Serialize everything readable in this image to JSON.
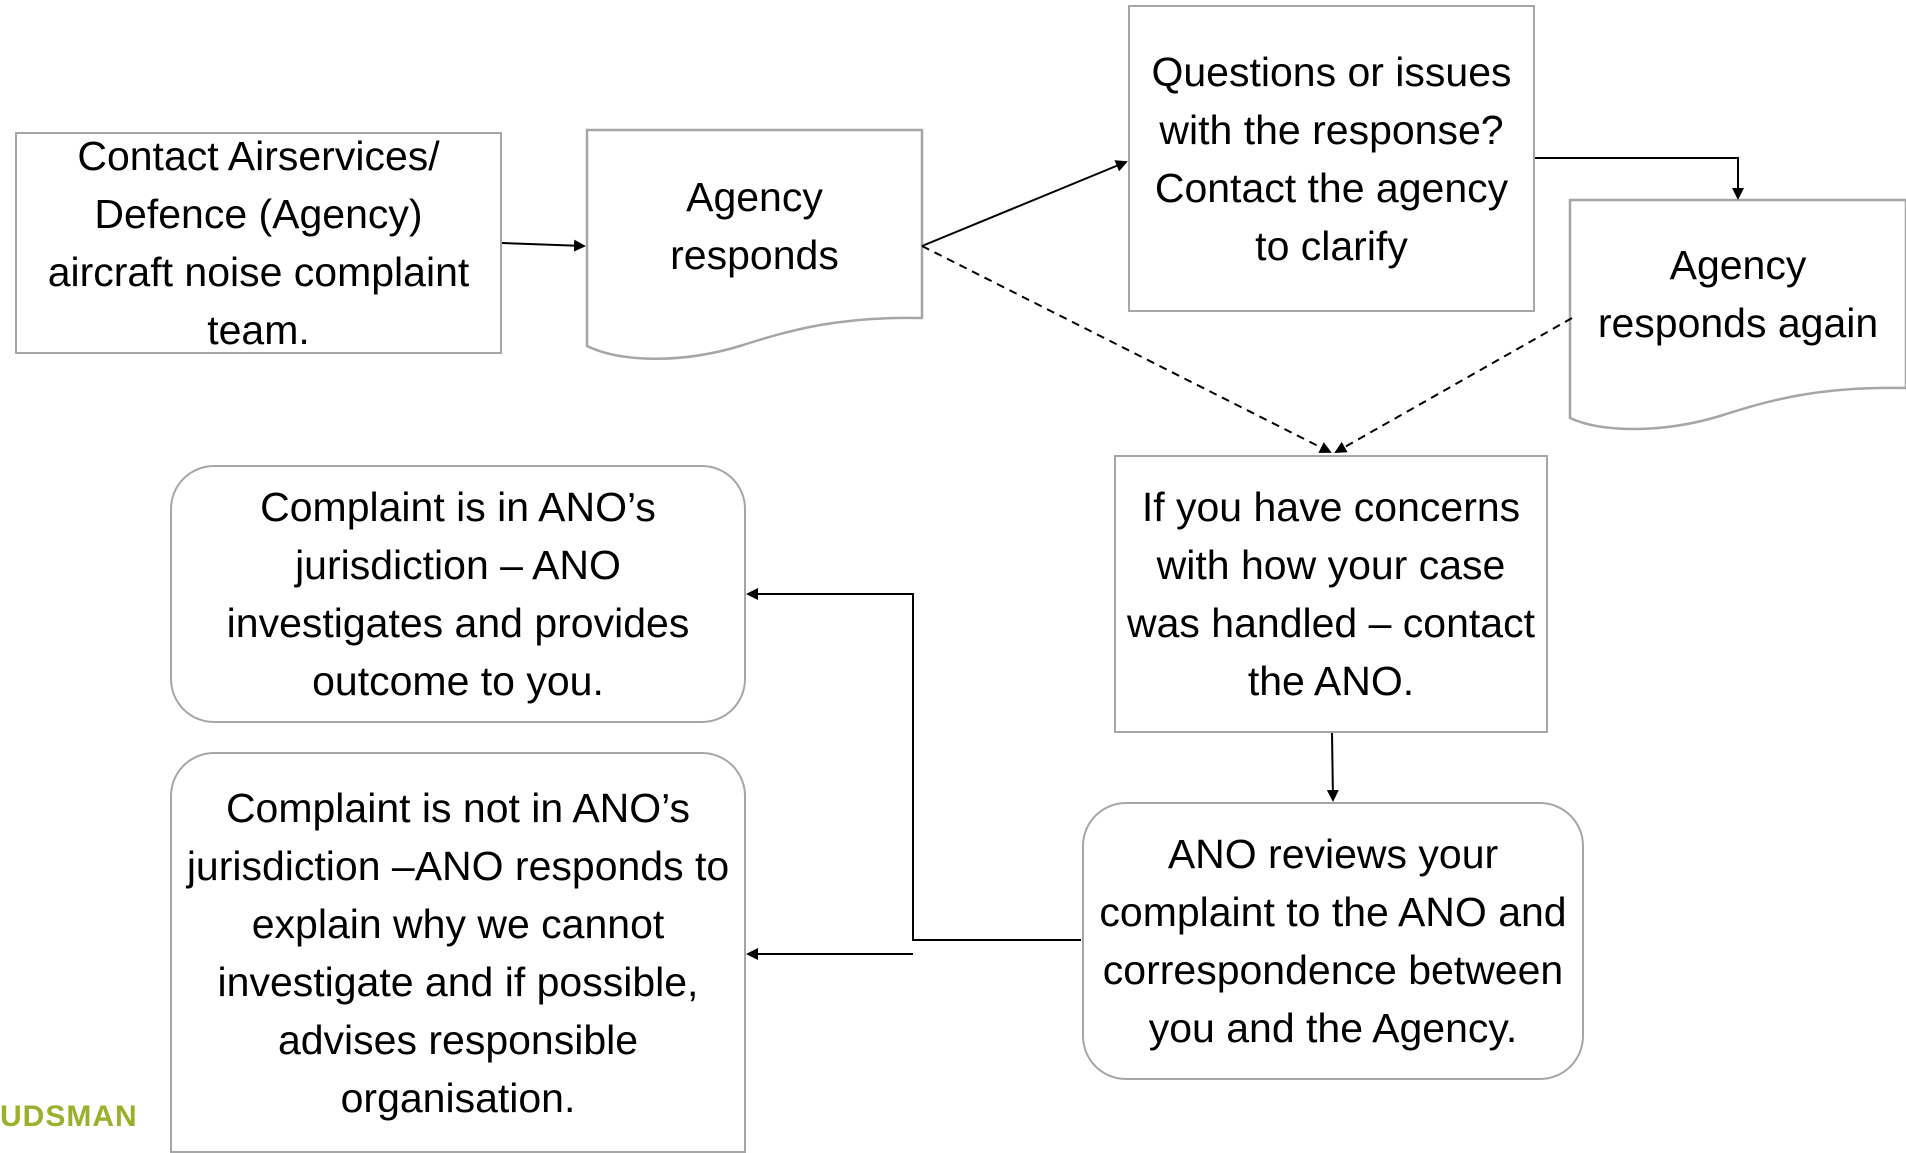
{
  "nodes": {
    "contact_agency": "Contact Airservices/ Defence (Agency) aircraft noise complaint team.",
    "agency_responds": "Agency responds",
    "questions": "Questions or issues with the response? Contact the agency to clarify",
    "agency_responds_again": "Agency responds again",
    "concerns": "If you have concerns with how your case was handled – contact the ANO.",
    "ano_reviews": "ANO reviews your complaint to the ANO and correspondence between you and the Agency.",
    "in_jurisdiction": "Complaint is in ANO’s jurisdiction – ANO investigates and provides outcome to you.",
    "not_in_jurisdiction": "Complaint is not in ANO’s jurisdiction –ANO responds to explain why we cannot investigate and if possible, advises responsible organisation."
  },
  "logo_text": "UDSMAN",
  "colors": {
    "border": "#a6a6a6",
    "line": "#000000",
    "logo": "#9bb02b"
  }
}
